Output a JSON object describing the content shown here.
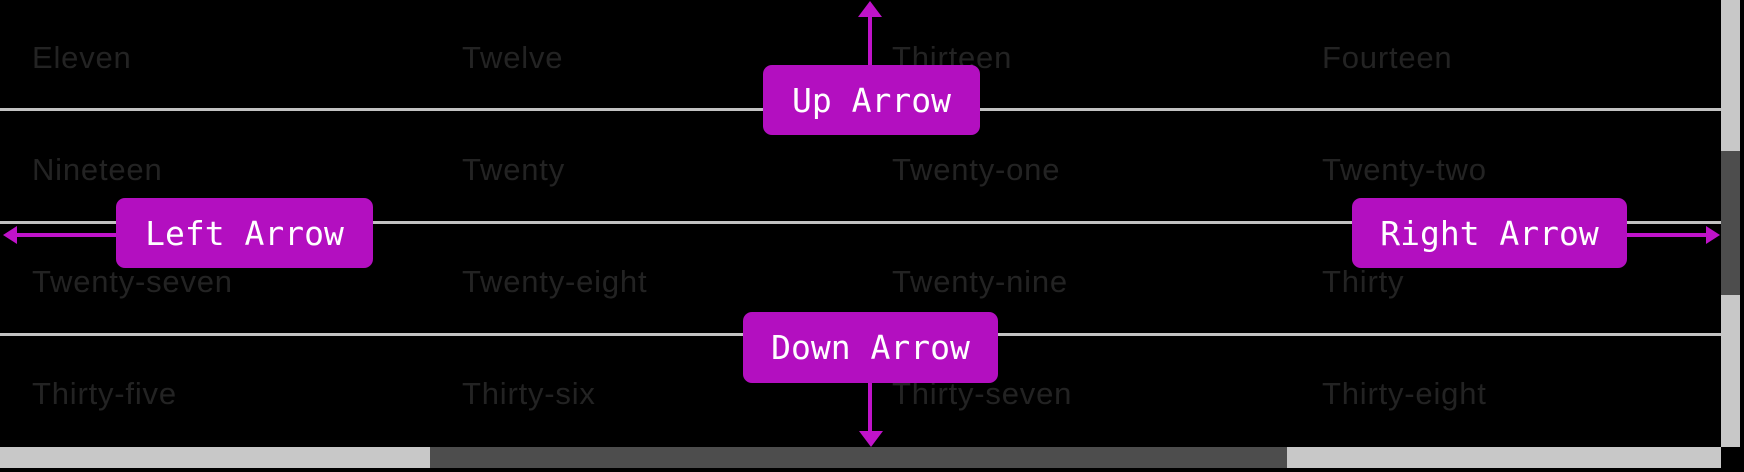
{
  "theme": {
    "background": "#000000",
    "accent_magenta_button": "#b30fc0",
    "accent_magenta_arrow": "#c013ca",
    "cell_text_color": "#232323",
    "row_line_color": "#c2c2c2",
    "scrollbar_track_color": "#c8c8c8",
    "scrollbar_thumb_color": "#4d4d4d",
    "button_text_color": "#ffffff"
  },
  "table": {
    "rows": [
      [
        "Eleven",
        "Twelve",
        "Thirteen",
        "Fourteen"
      ],
      [
        "Nineteen",
        "Twenty",
        "Twenty-one",
        "Twenty-two"
      ],
      [
        "Twenty-seven",
        "Twenty-eight",
        "Twenty-nine",
        "Thirty"
      ],
      [
        "Thirty-five",
        "Thirty-six",
        "Thirty-seven",
        "Thirty-eight"
      ]
    ]
  },
  "annotations": {
    "up_label": "Up Arrow",
    "down_label": "Down Arrow",
    "left_label": "Left Arrow",
    "right_label": "Right Arrow"
  }
}
